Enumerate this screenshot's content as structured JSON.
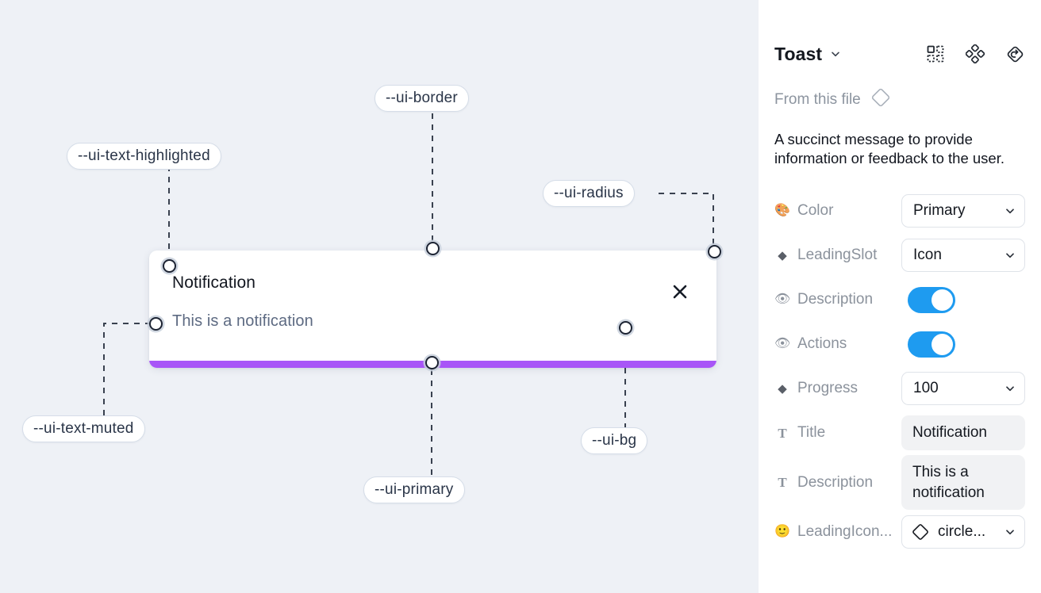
{
  "canvas": {
    "background_color": "#eef1f6",
    "toast": {
      "title": "Notification",
      "description": "This is a notification",
      "close_label": "✕",
      "progress_color": "#a855f7",
      "background_color": "#ffffff"
    },
    "annotations": [
      {
        "label": "--ui-border",
        "name": "annotation-ui-border"
      },
      {
        "label": "--ui-text-highlighted",
        "name": "annotation-ui-text-highlighted"
      },
      {
        "label": "--ui-radius",
        "name": "annotation-ui-radius"
      },
      {
        "label": "--ui-text-muted",
        "name": "annotation-ui-text-muted"
      },
      {
        "label": "--ui-primary",
        "name": "annotation-ui-primary"
      },
      {
        "label": "--ui-bg",
        "name": "annotation-ui-bg"
      }
    ]
  },
  "panel": {
    "title": "Toast",
    "from_file_label": "From this file",
    "description": "A succinct message to provide information or feedback to the user.",
    "header_icons": [
      {
        "name": "component-grid-icon"
      },
      {
        "name": "variants-icon"
      },
      {
        "name": "reset-overrides-icon"
      }
    ],
    "properties": [
      {
        "icon": "🎨",
        "icon_kind": "emoji",
        "icon_name": "palette-icon",
        "label": "Color",
        "control": "select",
        "value": "Primary"
      },
      {
        "icon": "◆",
        "icon_kind": "glyph",
        "icon_name": "diamond-icon",
        "label": "LeadingSlot",
        "control": "select",
        "value": "Icon"
      },
      {
        "icon": "👁",
        "icon_kind": "emoji",
        "icon_name": "eye-icon",
        "label": "Description",
        "control": "toggle",
        "value": "on"
      },
      {
        "icon": "👁",
        "icon_kind": "emoji",
        "icon_name": "eye-icon",
        "label": "Actions",
        "control": "toggle",
        "value": "on"
      },
      {
        "icon": "◆",
        "icon_kind": "glyph",
        "icon_name": "diamond-icon",
        "label": "Progress",
        "control": "select",
        "value": "100"
      },
      {
        "icon": "T",
        "icon_kind": "tglyph",
        "icon_name": "text-icon",
        "label": "Title",
        "control": "text",
        "value": "Notification"
      },
      {
        "icon": "T",
        "icon_kind": "tglyph",
        "icon_name": "text-icon",
        "label": "Description",
        "control": "text",
        "value": "This is a notification"
      },
      {
        "icon": "🙂",
        "icon_kind": "emoji",
        "icon_name": "smiley-icon",
        "label": "LeadingIcon...",
        "control": "select-icon",
        "value": "circle..."
      }
    ]
  },
  "colors": {
    "accent_toggle": "#1e9bf0",
    "primary_purple": "#a855f7",
    "canvas_bg": "#eef1f6",
    "chip_text": "#2a3548"
  }
}
